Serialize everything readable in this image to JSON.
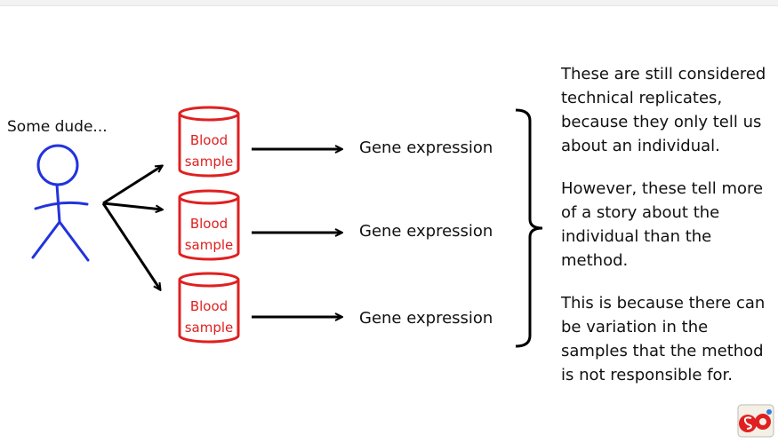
{
  "person": {
    "caption": "Some dude..."
  },
  "samples": [
    {
      "line1": "Blood",
      "line2": "sample",
      "result": "Gene expression"
    },
    {
      "line1": "Blood",
      "line2": "sample",
      "result": "Gene expression"
    },
    {
      "line1": "Blood",
      "line2": "sample",
      "result": "Gene expression"
    }
  ],
  "explanation": {
    "paragraphs": [
      [
        "These are still considered",
        "technical replicates,",
        "because they only tell us",
        "about an individual."
      ],
      [
        "However, these tell more",
        "of a story about the",
        "individual than the",
        "method."
      ],
      [
        "This is because there can",
        "be variation in the",
        "samples that the method",
        "is not responsible for."
      ]
    ]
  },
  "colors": {
    "person": "#2233dd",
    "sample": "#e02020",
    "arrows": "#000000",
    "text": "#111111"
  },
  "icons": {
    "person": "stick-figure-icon",
    "sample": "cylinder-icon",
    "logo": "so-logo-icon"
  }
}
